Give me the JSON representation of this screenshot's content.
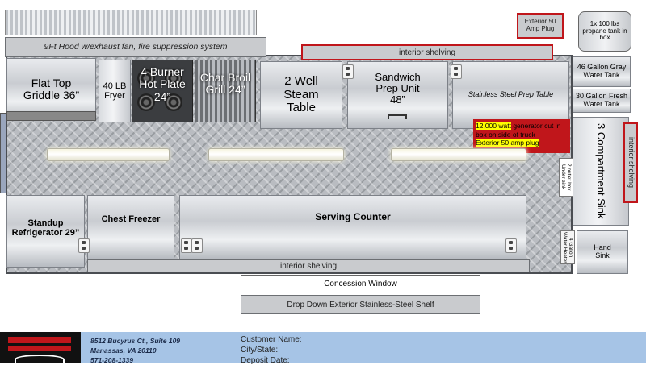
{
  "hood": "9Ft Hood w/exhaust fan, fire suppression  system",
  "interior_shelving_top": "interior shelving",
  "exterior_plug_top": "Exterior 50 Amp Plug",
  "propane": "1x 100 lbs propane tank in box",
  "gray_water": "46 Gallon Gray Water Tank",
  "fresh_water": "30 Gallon Fresh Water Tank",
  "flat_top": "Flat Top Griddle 36”",
  "fryer": "40 LB Fryer",
  "hot_plate": "4 Burner Hot Plate 24”",
  "char_broil": "Char Broil Grill 24”",
  "steam_table": "2 Well Steam Table",
  "sandwich_prep": "Sandwich Prep Unit 48”",
  "prep_table": "Stainless Steel Prep Table",
  "generator": {
    "watt_highlight": "12,000 watt",
    "text": " generator cut in box on side of truck",
    "plug": "Exterior 50 amp plug"
  },
  "three_comp_sink": "3 Compartment Sink",
  "interior_shelving_right": "interior shelving",
  "outlet_box": "2 outlet box Under sink",
  "standup_fridge": "Standup Refrigerator 29”",
  "chest_freezer": "Chest Freezer",
  "serving_counter": "Serving Counter",
  "water_heater": "4 Gallon Water Heater",
  "hand_sink": "Hand Sink",
  "interior_shelving_bottom": "interior shelving",
  "concession_window": "Concession Window",
  "drop_down_shelf": "Drop Down Exterior Stainless-Steel Shelf",
  "footer": {
    "address1": "8512 Bucyrus Ct., Suite 109",
    "address2": "Manassas, VA 20110",
    "phone": "571-208-1339",
    "customer_name": "Customer Name:",
    "city_state": "City/State:",
    "deposit_date": "Deposit Date:"
  },
  "colors": {
    "accent_red": "#c0161b",
    "footer_blue": "#a6c4e6",
    "highlight_yellow": "#ffff00"
  }
}
